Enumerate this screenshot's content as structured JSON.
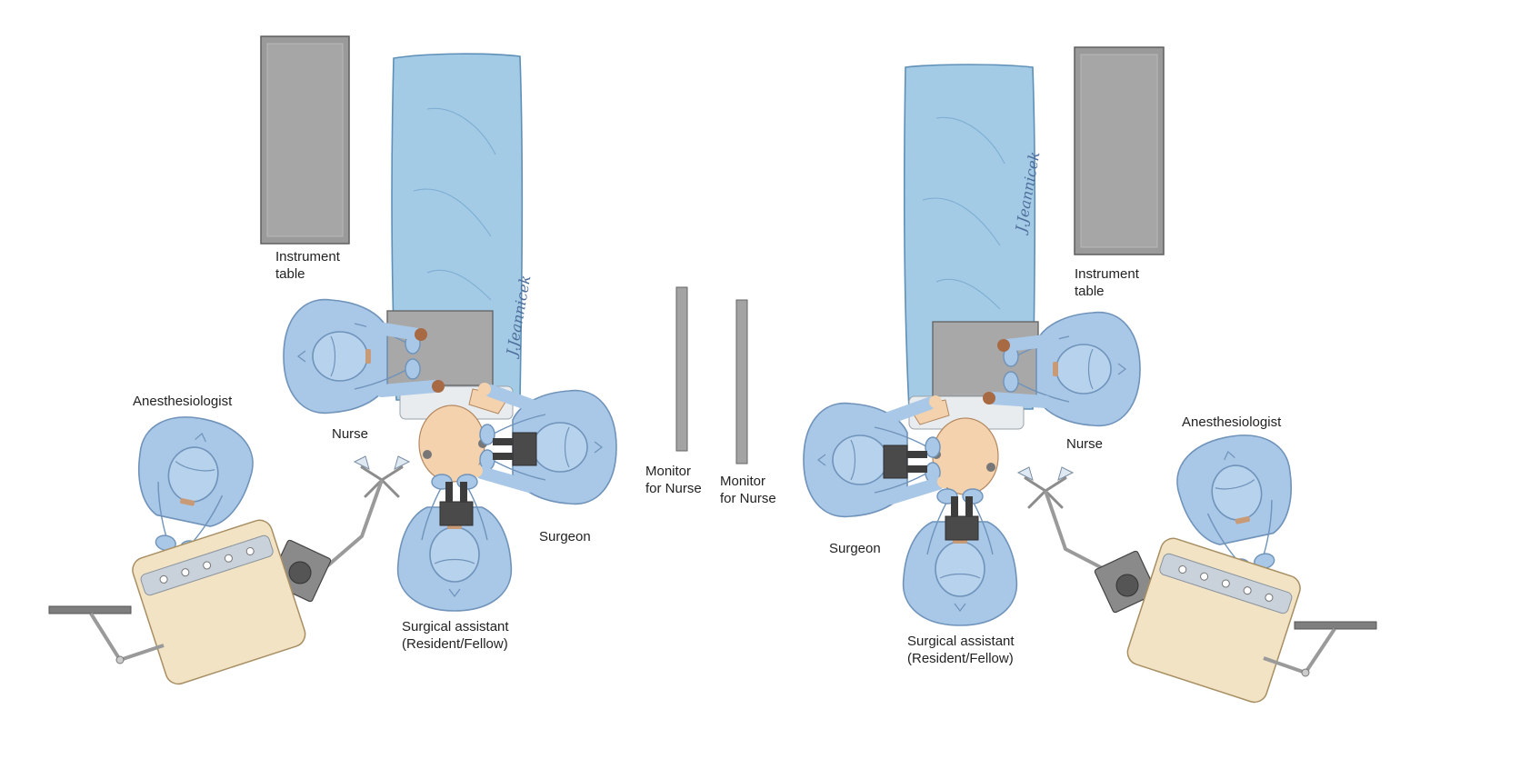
{
  "colors": {
    "scrubs": "#a9c7e6",
    "scrubs_outline": "#6f93ba",
    "drape": "#a3cbe6",
    "drape_outline": "#5f90b8",
    "steel": "#9a9a9a",
    "steel_dark": "#6e6e6e",
    "machine": "#f1e3c4",
    "skin": "#f3d2ad",
    "hand_dark": "#a86a43"
  },
  "labels": {
    "left": {
      "instrument_table": [
        "Instrument",
        "table"
      ],
      "nurse": "Nurse",
      "anesthesiologist": "Anesthesiologist",
      "surgeon": "Surgeon",
      "surgical_assistant": [
        "Surgical assistant",
        "(Resident/Fellow)"
      ],
      "monitor": [
        "Monitor",
        "for Nurse"
      ]
    },
    "right": {
      "instrument_table": [
        "Instrument",
        "table"
      ],
      "nurse": "Nurse",
      "anesthesiologist": "Anesthesiologist",
      "surgeon": "Surgeon",
      "surgical_assistant": [
        "Surgical assistant",
        "(Resident/Fellow)"
      ],
      "monitor": [
        "Monitor",
        "for Nurse"
      ]
    }
  },
  "signature": "J.Jeannicek",
  "icons": {
    "instrument_table": "instrument-table-icon",
    "operating_table": "operating-table-icon",
    "monitor": "monitor-icon",
    "anesthesia_machine": "anesthesia-machine-icon",
    "microscope": "microscope-icon",
    "surgical_light": "surgical-light-icon",
    "person": "person-topview-icon"
  }
}
